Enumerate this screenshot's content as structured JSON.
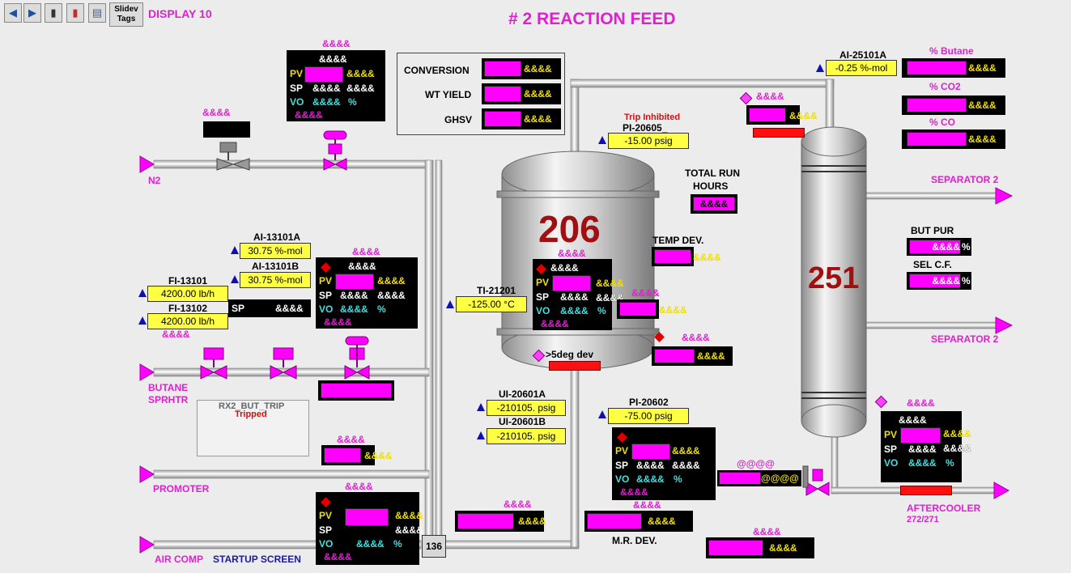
{
  "toolbar": {
    "back_icon": "arrow-left-icon",
    "forward_icon": "arrow-right-icon",
    "display_button": "Slidev Tags",
    "display_label": "DISPLAY 10"
  },
  "title": "# 2 REACTION FEED",
  "placeholder": "&&&&",
  "placeholder_alt": "@@@@",
  "pv": "PV",
  "sp": "SP",
  "vo": "VO",
  "pct": "%",
  "streams": {
    "n2": "N2",
    "butane": "BUTANE",
    "sprhtr": "SPRHTR",
    "promoter": "PROMOTER",
    "air_comp": "AIR COMP",
    "startup": "STARTUP SCREEN",
    "sep2_top": "SEPARATOR 2",
    "sep2_bot": "SEPARATOR 2",
    "aftercooler": "AFTERCOOLER",
    "aftercooler_sub": "272/271"
  },
  "summary": {
    "conversion": "CONVERSION",
    "wt_yield": "WT YIELD",
    "ghsv": "GHSV"
  },
  "instruments": {
    "ai13101a": {
      "tag": "AI-13101A",
      "value": "30.75  %-mol"
    },
    "ai13101b": {
      "tag": "AI-13101B",
      "value": "30.75  %-mol"
    },
    "fi13101": {
      "tag": "FI-13101",
      "value": "4200.00 lb/h"
    },
    "fi13102": {
      "tag": "FI-13102",
      "value": "4200.00 lb/h"
    },
    "ti21201": {
      "tag": "TI-21201",
      "value": "-125.00 °C"
    },
    "ui20601a": {
      "tag": "UI-20601A",
      "value": "-210105. psig"
    },
    "ui20601b": {
      "tag": "UI-20601B",
      "value": "-210105. psig"
    },
    "pi20605": {
      "tag": "PI-20605_",
      "value": "-15.00 psig",
      "note": "Trip Inhibited"
    },
    "pi20602": {
      "tag": "PI-20602",
      "value": "-75.00 psig"
    },
    "ai25101a": {
      "tag": "AI-25101A",
      "value": "-0.25  %-mol"
    }
  },
  "labels": {
    "total_run_hours_1": "TOTAL RUN",
    "total_run_hours_2": "HOURS",
    "temp_dev": "TEMP DEV.",
    "deg_dev": ">5deg dev",
    "mr_dev": "M.R. DEV.",
    "but_pur": "BUT PUR",
    "sel_cf": "SEL C.F.",
    "pct_butane": "% Butane",
    "pct_co2": "% CO2",
    "pct_co": "% CO",
    "trip_title": "RX2_BUT_TRIP",
    "trip_state": "Tripped",
    "box_136": "136"
  },
  "vessels": {
    "reactor": "206",
    "column": "251"
  },
  "colors": {
    "magenta": "#ff00ff",
    "label_magenta": "#e020d0",
    "vessel_number": "#a01010",
    "value_yellow": "#ffff44",
    "alarm_red": "#ff1010",
    "arrow": "#ff00ff"
  }
}
